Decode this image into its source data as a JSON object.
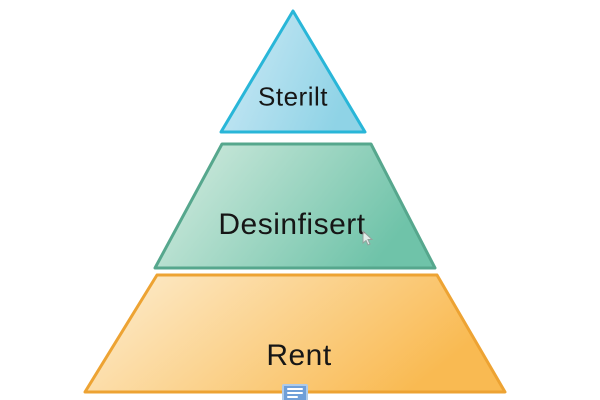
{
  "diagram": {
    "type": "pyramid",
    "title": "",
    "levels": [
      {
        "label": "Sterilt",
        "fill_light": "#cfeaf6",
        "fill_dark": "#8fd3e6",
        "border": "#29b6d8"
      },
      {
        "label": "Desinfisert",
        "fill_light": "#d8ede2",
        "fill_dark": "#6fc3a9",
        "border": "#56a78d"
      },
      {
        "label": "Rent",
        "fill_light": "#fdeed2",
        "fill_dark": "#f9ba52",
        "border": "#eda333"
      }
    ]
  },
  "overlay": {
    "anchor_icon_fill": "#6f9fd8",
    "anchor_icon_line_color": "#ffffff",
    "cursor_fill": "#f5f5f5",
    "cursor_outline": "#9a9a9a"
  },
  "page": {
    "background": "#ffffff"
  }
}
